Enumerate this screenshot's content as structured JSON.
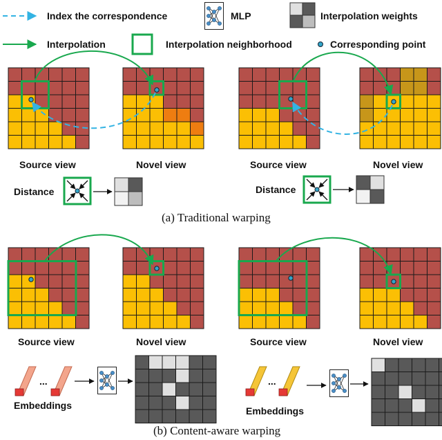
{
  "legend": {
    "index_label": "Index the correspondence",
    "mlp_label": "MLP",
    "weights_label": "Interpolation weights",
    "interp_label": "Interpolation",
    "neighborhood_label": "Interpolation neighborhood",
    "point_label": "Corresponding point"
  },
  "panel_a": {
    "caption": "(a) Traditional warping",
    "left_source_label": "Source view",
    "left_novel_label": "Novel  view",
    "right_source_label": "Source view",
    "right_novel_label": "Novel  view",
    "left_distance_label": "Distance",
    "right_distance_label": "Distance"
  },
  "panel_b": {
    "caption": "(b) Content-aware warping",
    "left_source_label": "Source view",
    "left_novel_label": "Novel view",
    "right_source_label": "Source view",
    "right_novel_label": "Novel view",
    "left_embeddings_label": "Embeddings",
    "right_embeddings_label": "Embeddings",
    "ellipsis": "..."
  },
  "colors": {
    "red": "#B5504A",
    "yellow": "#FBBF04",
    "orange": "#EE7D11",
    "tan": "#C7961A",
    "green": "#19A84E",
    "dashed": "#33B3E3",
    "dark": "#595959",
    "light": "#E0E0E0"
  },
  "grids": {
    "A": [
      "RRRRRR",
      "RRRRRR",
      "YYRRRR",
      "YYYRRR",
      "YYYYRR",
      "YYYYYR"
    ],
    "B": [
      "RRRRRR",
      "RRRRRR",
      "YYYRRR",
      "YYYOOR",
      "YYYYYO",
      "YYYYYY"
    ],
    "C": [
      "RRRRRR",
      "RRRRRR",
      "RRRRRR",
      "YYYRRR",
      "YYYYRR",
      "YYYYYR"
    ],
    "D": [
      "RRRTTR",
      "RRRTTR",
      "TYYYYY",
      "TYYYYY",
      "YYYYYY",
      "YYYYYY"
    ]
  },
  "weight_matrix_left": [
    "DLLLDD",
    "DDDLDD",
    "DDLDDD",
    "DDDLDD",
    "DDDDDD"
  ],
  "weight_matrix_right": [
    "LDDDDD",
    "DDDDDD",
    "DDLDDD",
    "DDDLDD",
    "DDDDDD"
  ]
}
